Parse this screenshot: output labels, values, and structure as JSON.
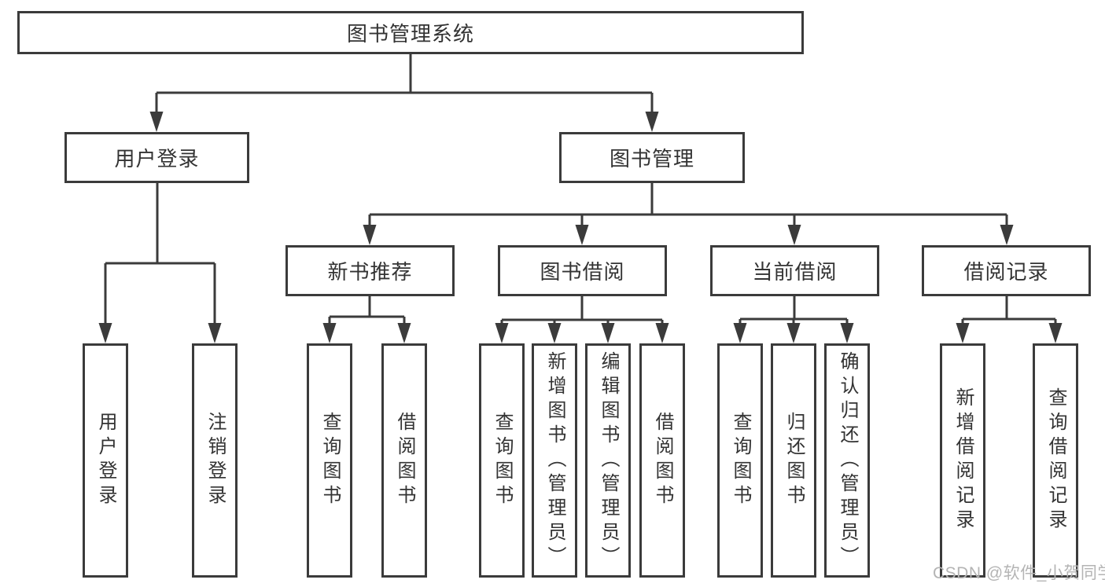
{
  "tree": {
    "label": "图书管理系统",
    "children": [
      {
        "label": "用户登录",
        "children": [
          {
            "label": "用户登录"
          },
          {
            "label": "注销登录"
          }
        ]
      },
      {
        "label": "图书管理",
        "children": [
          {
            "label": "新书推荐",
            "children": [
              {
                "label": "查询图书"
              },
              {
                "label": "借阅图书"
              }
            ]
          },
          {
            "label": "图书借阅",
            "children": [
              {
                "label": "查询图书"
              },
              {
                "label": "新增图书（管理员）"
              },
              {
                "label": "编辑图书（管理员）"
              },
              {
                "label": "借阅图书"
              }
            ]
          },
          {
            "label": "当前借阅",
            "children": [
              {
                "label": "查询图书"
              },
              {
                "label": "归还图书"
              },
              {
                "label": "确认归还（管理员）"
              }
            ]
          },
          {
            "label": "借阅记录",
            "children": [
              {
                "label": "新增借阅记录"
              },
              {
                "label": "查询借阅记录"
              }
            ]
          }
        ]
      }
    ]
  },
  "watermark": "CSDN @软件_小贺同学",
  "colors": {
    "line": "#3b3b3b",
    "text": "#333333",
    "background": "#ffffff",
    "watermark": "#b4b4b4"
  }
}
